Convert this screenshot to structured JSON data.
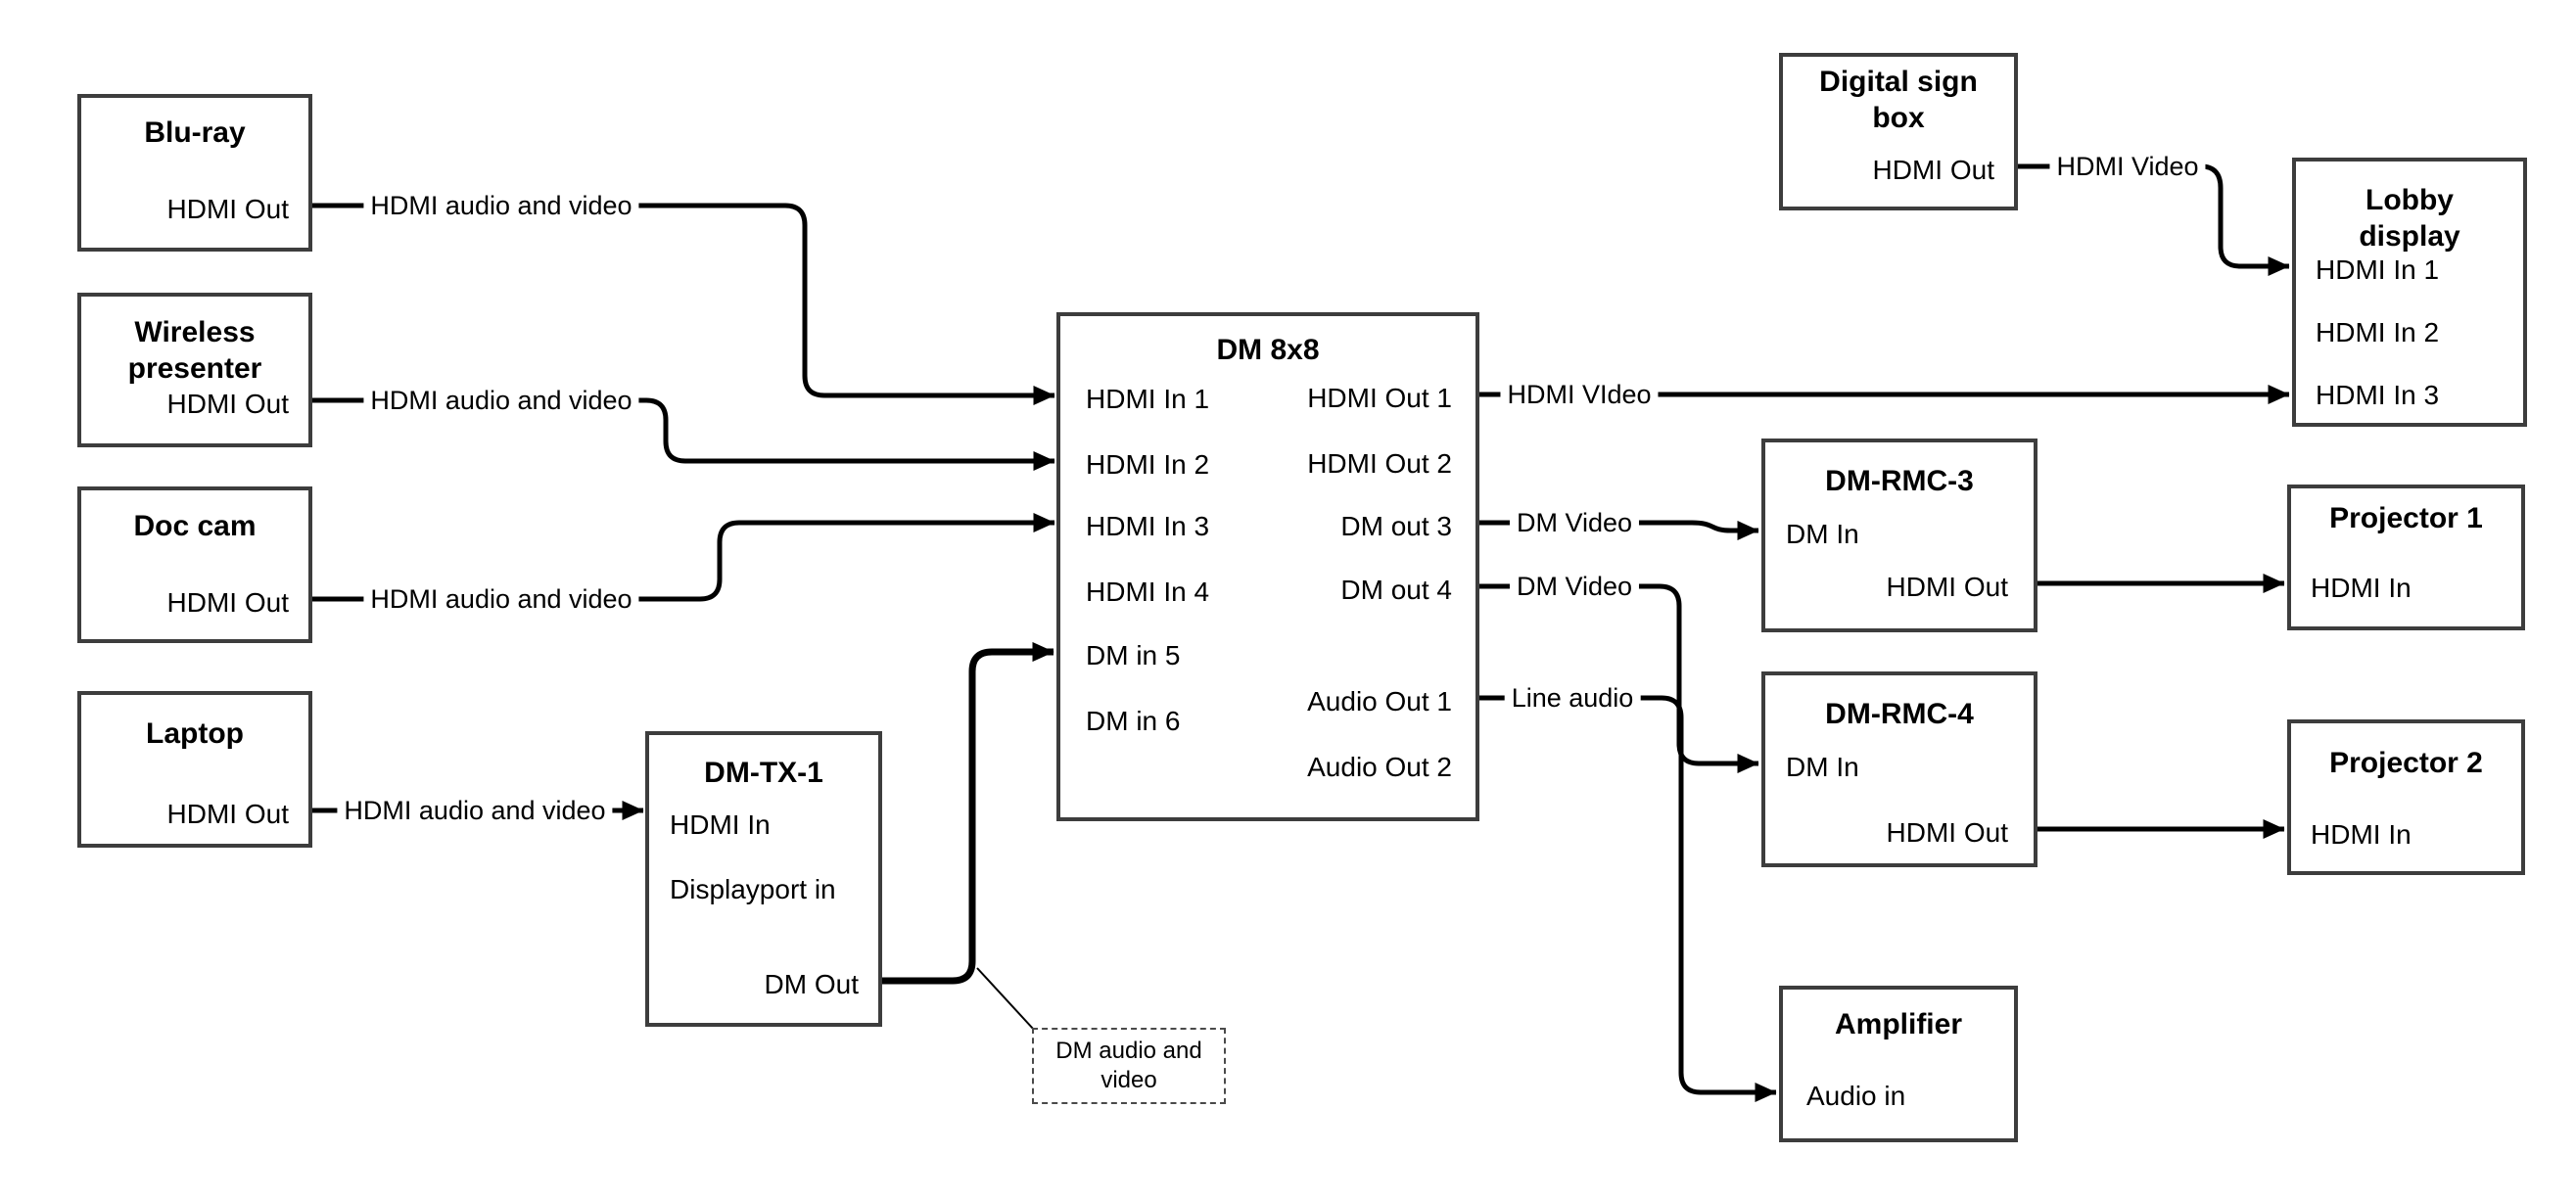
{
  "nodes": {
    "bluray": {
      "title": "Blu-ray",
      "port_hdmi_out": "HDMI Out"
    },
    "wireless": {
      "title": "Wireless presenter",
      "port_hdmi_out": "HDMI Out"
    },
    "doccam": {
      "title": "Doc cam",
      "port_hdmi_out": "HDMI Out"
    },
    "laptop": {
      "title": "Laptop",
      "port_hdmi_out": "HDMI Out"
    },
    "dmtx1": {
      "title": "DM-TX-1",
      "port_hdmi_in": "HDMI In",
      "port_displayport_in": "Displayport in",
      "port_dm_out": "DM Out"
    },
    "dm8x8": {
      "title": "DM 8x8",
      "inputs": [
        "HDMI In 1",
        "HDMI In 2",
        "HDMI In 3",
        "HDMI In 4",
        "DM in 5",
        "DM in 6"
      ],
      "outputs": [
        "HDMI Out 1",
        "HDMI Out 2",
        "DM out 3",
        "DM out 4",
        "Audio Out 1",
        "Audio Out 2"
      ]
    },
    "digitalsign": {
      "title": "Digital sign box",
      "port_hdmi_out": "HDMI Out"
    },
    "lobby": {
      "title": "Lobby display",
      "ports": [
        "HDMI In 1",
        "HDMI In 2",
        "HDMI In 3"
      ]
    },
    "rmc3": {
      "title": "DM-RMC-3",
      "port_dm_in": "DM In",
      "port_hdmi_out": "HDMI Out"
    },
    "proj1": {
      "title": "Projector 1",
      "port_hdmi_in": "HDMI In"
    },
    "rmc4": {
      "title": "DM-RMC-4",
      "port_dm_in": "DM In",
      "port_hdmi_out": "HDMI Out"
    },
    "proj2": {
      "title": "Projector 2",
      "port_hdmi_in": "HDMI In"
    },
    "amplifier": {
      "title": "Amplifier",
      "port_audio_in": "Audio in"
    }
  },
  "connection_labels": {
    "bluray_to_dm8x8": "HDMI audio and video",
    "wireless_to_dm8x8": "HDMI audio and video",
    "doccam_to_dm8x8": "HDMI audio and video",
    "laptop_to_dmtx1": "HDMI audio and video",
    "digitalsign_to_lobby": "HDMI Video",
    "dm8x8_to_lobby": "HDMI VIdeo",
    "dm8x8_to_rmc3": "DM Video",
    "dm8x8_to_rmc4": "DM Video",
    "dm8x8_to_amplifier": "Line audio"
  },
  "note": {
    "text": "DM audio and video"
  },
  "colors": {
    "line": "#000000",
    "box_border": "#3d3d3d",
    "text": "#000000",
    "background": "#ffffff"
  }
}
